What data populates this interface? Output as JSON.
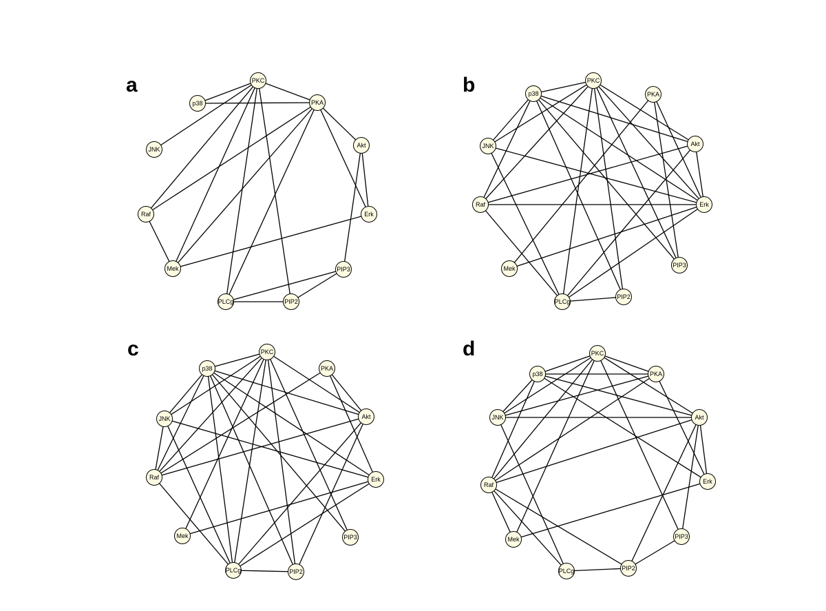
{
  "colors": {
    "node_fill": "#fdfbe2",
    "stroke": "#000000",
    "background": "#ffffff"
  },
  "node_names": [
    "PKC",
    "PKA",
    "Akt",
    "Erk",
    "PIP3",
    "PIP2",
    "PLCg",
    "Mek",
    "Raf",
    "JNK",
    "p38"
  ],
  "panels": [
    {
      "id": "a",
      "label": "a",
      "edges": [
        [
          "PKC",
          "p38"
        ],
        [
          "PKC",
          "PKA"
        ],
        [
          "PKC",
          "JNK"
        ],
        [
          "PKC",
          "Raf"
        ],
        [
          "PKC",
          "Mek"
        ],
        [
          "PKC",
          "PLCg"
        ],
        [
          "PKC",
          "PIP2"
        ],
        [
          "p38",
          "PKA"
        ],
        [
          "PKA",
          "Raf"
        ],
        [
          "PKA",
          "Mek"
        ],
        [
          "PKA",
          "Akt"
        ],
        [
          "PKA",
          "Erk"
        ],
        [
          "PKA",
          "PLCg"
        ],
        [
          "Akt",
          "Erk"
        ],
        [
          "Akt",
          "PIP3"
        ],
        [
          "Raf",
          "Mek"
        ],
        [
          "Mek",
          "Erk"
        ],
        [
          "PIP3",
          "PLCg"
        ],
        [
          "PIP3",
          "PIP2"
        ],
        [
          "PLCg",
          "PIP2"
        ]
      ]
    },
    {
      "id": "b",
      "label": "b",
      "edges": [
        [
          "p38",
          "PKC"
        ],
        [
          "p38",
          "JNK"
        ],
        [
          "p38",
          "Raf"
        ],
        [
          "p38",
          "Akt"
        ],
        [
          "p38",
          "Erk"
        ],
        [
          "p38",
          "PIP3"
        ],
        [
          "p38",
          "PIP2"
        ],
        [
          "PKC",
          "JNK"
        ],
        [
          "PKC",
          "Raf"
        ],
        [
          "PKC",
          "Akt"
        ],
        [
          "PKC",
          "Erk"
        ],
        [
          "PKC",
          "PIP3"
        ],
        [
          "PKC",
          "PIP2"
        ],
        [
          "PKC",
          "PLCg"
        ],
        [
          "PKA",
          "Mek"
        ],
        [
          "PKA",
          "Erk"
        ],
        [
          "PKA",
          "PIP3"
        ],
        [
          "Akt",
          "Raf"
        ],
        [
          "Akt",
          "Erk"
        ],
        [
          "Akt",
          "PLCg"
        ],
        [
          "JNK",
          "Erk"
        ],
        [
          "JNK",
          "PLCg"
        ],
        [
          "Raf",
          "Erk"
        ],
        [
          "Raf",
          "PLCg"
        ],
        [
          "Erk",
          "Mek"
        ],
        [
          "Erk",
          "PLCg"
        ],
        [
          "PLCg",
          "PIP2"
        ]
      ]
    },
    {
      "id": "c",
      "label": "c",
      "edges": [
        [
          "p38",
          "PKC"
        ],
        [
          "p38",
          "JNK"
        ],
        [
          "p38",
          "Raf"
        ],
        [
          "p38",
          "Akt"
        ],
        [
          "p38",
          "Erk"
        ],
        [
          "p38",
          "PIP3"
        ],
        [
          "p38",
          "PIP2"
        ],
        [
          "p38",
          "PLCg"
        ],
        [
          "PKC",
          "JNK"
        ],
        [
          "PKC",
          "Raf"
        ],
        [
          "PKC",
          "Akt"
        ],
        [
          "PKC",
          "Mek"
        ],
        [
          "PKC",
          "PLCg"
        ],
        [
          "PKC",
          "PIP2"
        ],
        [
          "PKC",
          "PIP3"
        ],
        [
          "PKA",
          "Raf"
        ],
        [
          "PKA",
          "Akt"
        ],
        [
          "PKA",
          "Erk"
        ],
        [
          "Akt",
          "Raf"
        ],
        [
          "Akt",
          "PLCg"
        ],
        [
          "Akt",
          "PIP2"
        ],
        [
          "JNK",
          "Erk"
        ],
        [
          "JNK",
          "PLCg"
        ],
        [
          "JNK",
          "Raf"
        ],
        [
          "Raf",
          "PLCg"
        ],
        [
          "Erk",
          "Mek"
        ],
        [
          "Erk",
          "PLCg"
        ],
        [
          "PLCg",
          "PIP2"
        ]
      ]
    },
    {
      "id": "d",
      "label": "d",
      "edges": [
        [
          "PKC",
          "p38"
        ],
        [
          "PKC",
          "PKA"
        ],
        [
          "PKC",
          "JNK"
        ],
        [
          "PKC",
          "Raf"
        ],
        [
          "PKC",
          "Mek"
        ],
        [
          "PKC",
          "PIP3"
        ],
        [
          "PKC",
          "Akt"
        ],
        [
          "p38",
          "PKA"
        ],
        [
          "p38",
          "JNK"
        ],
        [
          "p38",
          "Raf"
        ],
        [
          "p38",
          "Akt"
        ],
        [
          "p38",
          "Erk"
        ],
        [
          "PKA",
          "JNK"
        ],
        [
          "PKA",
          "Raf"
        ],
        [
          "PKA",
          "Erk"
        ],
        [
          "JNK",
          "Akt"
        ],
        [
          "JNK",
          "PLCg"
        ],
        [
          "Raf",
          "PIP2"
        ],
        [
          "Raf",
          "Mek"
        ],
        [
          "Raf",
          "PLCg"
        ],
        [
          "Akt",
          "Raf"
        ],
        [
          "Akt",
          "PIP2"
        ],
        [
          "Akt",
          "Erk"
        ],
        [
          "Akt",
          "PIP3"
        ],
        [
          "Erk",
          "Mek"
        ],
        [
          "PIP3",
          "PIP2"
        ],
        [
          "PIP2",
          "PLCg"
        ]
      ]
    }
  ]
}
